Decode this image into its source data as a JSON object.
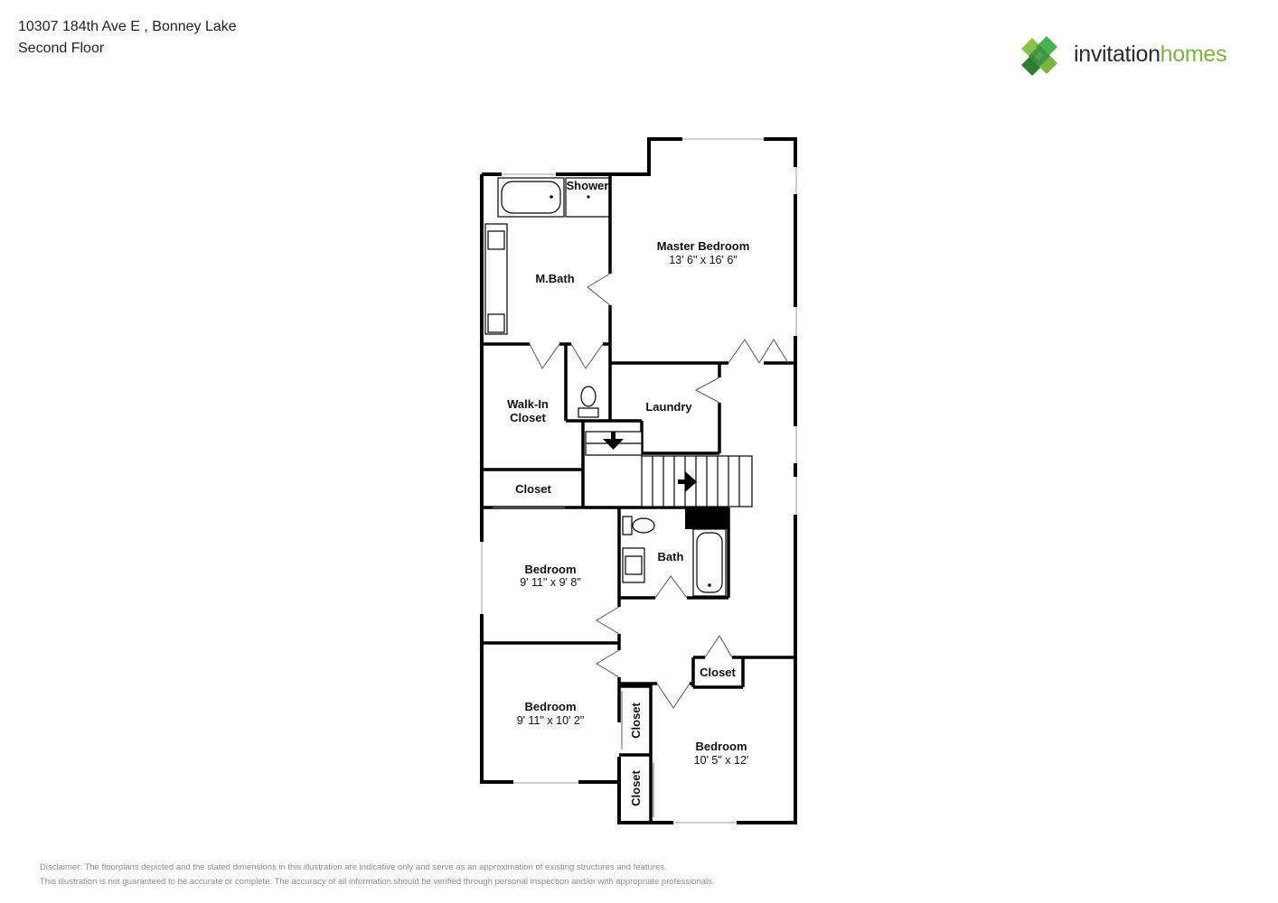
{
  "header": {
    "address": "10307 184th Ave E , Bonney Lake",
    "floor": "Second Floor"
  },
  "logo": {
    "word1": "invitation",
    "word2": "homes",
    "colors": [
      "#4caf50",
      "#8bc34a",
      "#2e7d32",
      "#7cb342"
    ]
  },
  "rooms": {
    "master_bedroom": {
      "name": "Master Bedroom",
      "dims": "13' 6\" x 16' 6\""
    },
    "shower": {
      "name": "Shower"
    },
    "mbath": {
      "name": "M.Bath"
    },
    "walkin": {
      "line1": "Walk-In",
      "line2": "Closet"
    },
    "laundry": {
      "name": "Laundry"
    },
    "closet_hall": {
      "name": "Closet"
    },
    "bath": {
      "name": "Bath"
    },
    "bedroom2": {
      "name": "Bedroom",
      "dims": "9' 11\" x 9' 8\""
    },
    "bedroom3": {
      "name": "Bedroom",
      "dims": "9' 11\" x 10' 2\""
    },
    "bedroom4": {
      "name": "Bedroom",
      "dims": "10' 5\" x 12'"
    },
    "closet_small": {
      "name": "Closet"
    },
    "closet_v1": {
      "name": "Closet"
    },
    "closet_v2": {
      "name": "Closet"
    }
  },
  "disclaimer": {
    "line1": "Disclaimer: The floorplans depicted and the stated dimensions in this illustration are indicative only and serve as an approximation of existing structures and features.",
    "line2": "This illustration is not guaranteed to be accurate or complete. The accuracy of all information should be verified through personal inspection and/or with appropriate professionals."
  }
}
